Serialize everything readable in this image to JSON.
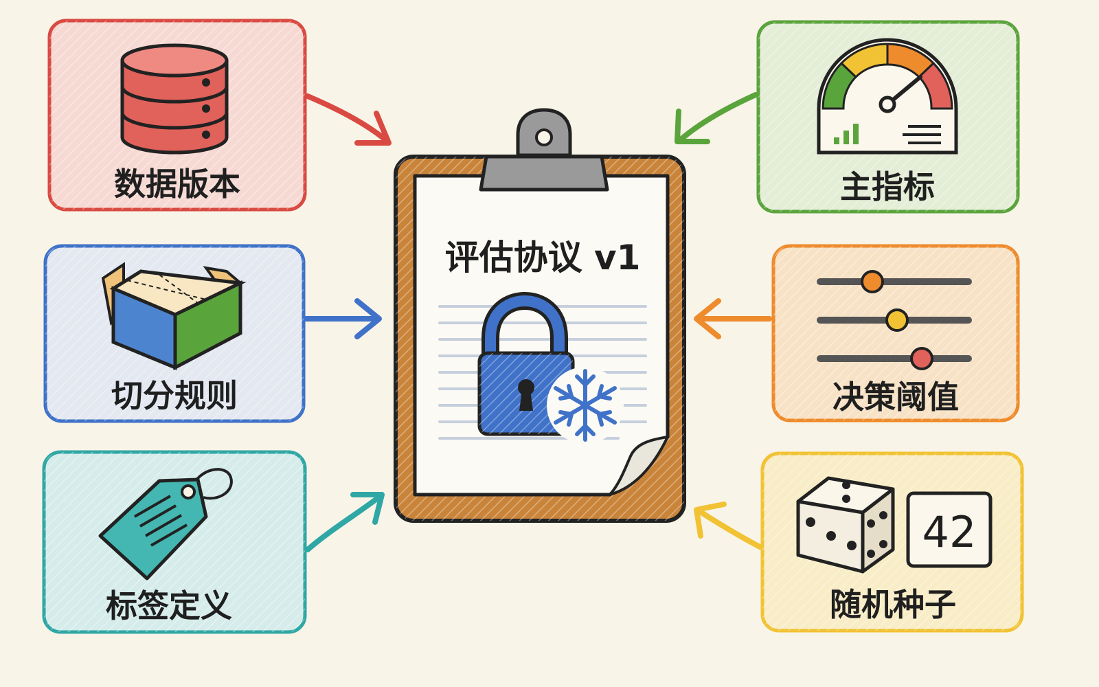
{
  "center": {
    "title": "评估协议 v1",
    "icons": [
      "clipboard-icon",
      "padlock-icon",
      "snowflake-icon"
    ]
  },
  "inputs": [
    {
      "label": "数据版本",
      "icon": "database-icon",
      "color": "#d94a42"
    },
    {
      "label": "切分规则",
      "icon": "split-box-icon",
      "color": "#3f72c8"
    },
    {
      "label": "标签定义",
      "icon": "tag-icon",
      "color": "#2fa7a4"
    },
    {
      "label": "主指标",
      "icon": "gauge-icon",
      "color": "#5aa43c"
    },
    {
      "label": "决策阈值",
      "icon": "sliders-icon",
      "color": "#ee8b2c"
    },
    {
      "label": "随机种子",
      "icon": "dice-icon",
      "color": "#f1c233",
      "seed_value": "42"
    }
  ]
}
